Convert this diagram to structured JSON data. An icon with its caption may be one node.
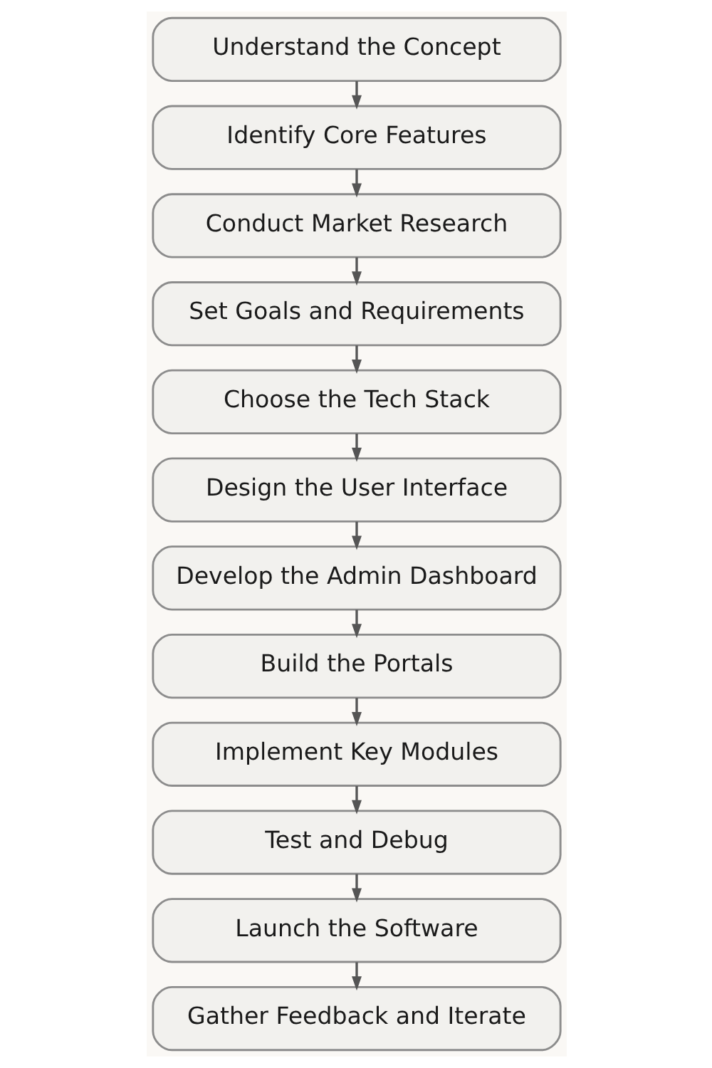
{
  "diagram": {
    "nodes": [
      {
        "text": [
          "Understand the Concept"
        ]
      },
      {
        "text": [
          "Identify Core Features"
        ]
      },
      {
        "text": [
          "Conduct Market Research"
        ]
      },
      {
        "text": [
          "Set Goals and Requirements"
        ]
      },
      {
        "text": [
          "Choose the Tech Stack"
        ]
      },
      {
        "text": [
          "Design the User Interface"
        ]
      },
      {
        "text": [
          "Develop the Admin Dashboard"
        ]
      },
      {
        "text": [
          "Build the Portals"
        ]
      },
      {
        "text": [
          "Implement Key Modules"
        ]
      },
      {
        "text": [
          "Test and Debug"
        ]
      },
      {
        "text": [
          "Launch the Software"
        ]
      },
      {
        "text": [
          "Gather Feedback and Iterate"
        ]
      }
    ],
    "edges": [
      {
        "from": 0,
        "to": 1,
        "arrow": "to"
      },
      {
        "from": 1,
        "to": 2,
        "arrow": "to"
      },
      {
        "from": 2,
        "to": 3,
        "arrow": "to"
      },
      {
        "from": 3,
        "to": 4,
        "arrow": "to"
      },
      {
        "from": 4,
        "to": 5,
        "arrow": "to"
      },
      {
        "from": 5,
        "to": 6,
        "arrow": "to"
      },
      {
        "from": 6,
        "to": 7,
        "arrow": "to"
      },
      {
        "from": 7,
        "to": 8,
        "arrow": "to"
      },
      {
        "from": 8,
        "to": 9,
        "arrow": "to"
      },
      {
        "from": 9,
        "to": 10,
        "arrow": "to"
      },
      {
        "from": 10,
        "to": 11,
        "arrow": "to"
      }
    ]
  }
}
